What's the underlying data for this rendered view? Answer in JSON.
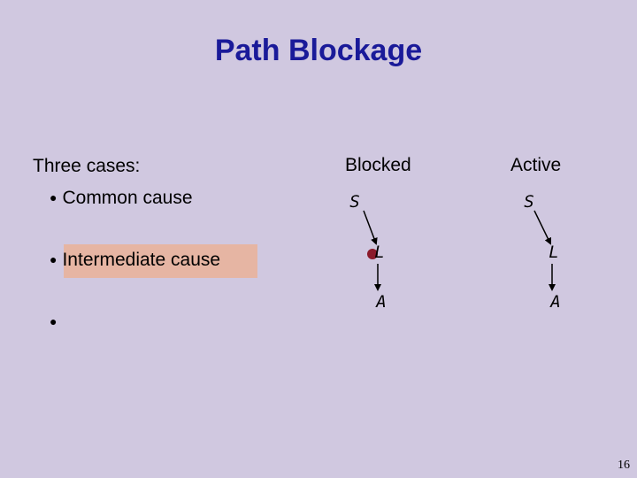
{
  "title": "Path Blockage",
  "intro": "Three cases:",
  "bullets": [
    "Common cause",
    "Intermediate cause",
    ""
  ],
  "columns": {
    "blocked": {
      "heading": "Blocked",
      "nodes": [
        "S",
        "L",
        "A"
      ],
      "observed": "L"
    },
    "active": {
      "heading": "Active",
      "nodes": [
        "S",
        "L",
        "A"
      ]
    }
  },
  "page_number": "16",
  "colors": {
    "background": "#d0c8e0",
    "title": "#1a1a99",
    "highlight": "#e6b5a3",
    "observed_marker": "#8b1a2b"
  }
}
